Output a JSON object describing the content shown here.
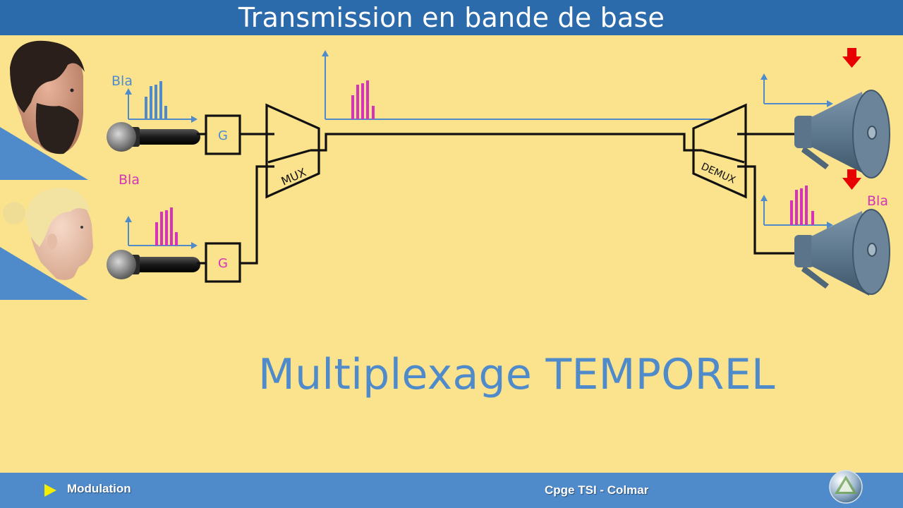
{
  "header": {
    "title": "Transmission en bande de base"
  },
  "diagram": {
    "speaker_top_label": "Bla",
    "speaker_bottom_label": "Bla",
    "output_label": "Bla",
    "generator_top_label": "G",
    "generator_bottom_label": "G",
    "mux_label": "MUX",
    "demux_label": "DEMUX",
    "colors": {
      "line": "#111111",
      "axis": "#4f8bcb",
      "speaker1": "#4f8bcb",
      "speaker2": "#d633b8",
      "arrow": "#e80000"
    }
  },
  "main_caption": "Multiplexage TEMPOREL",
  "footer": {
    "section": "Modulation",
    "school": "Cpge TSI - Colmar"
  }
}
